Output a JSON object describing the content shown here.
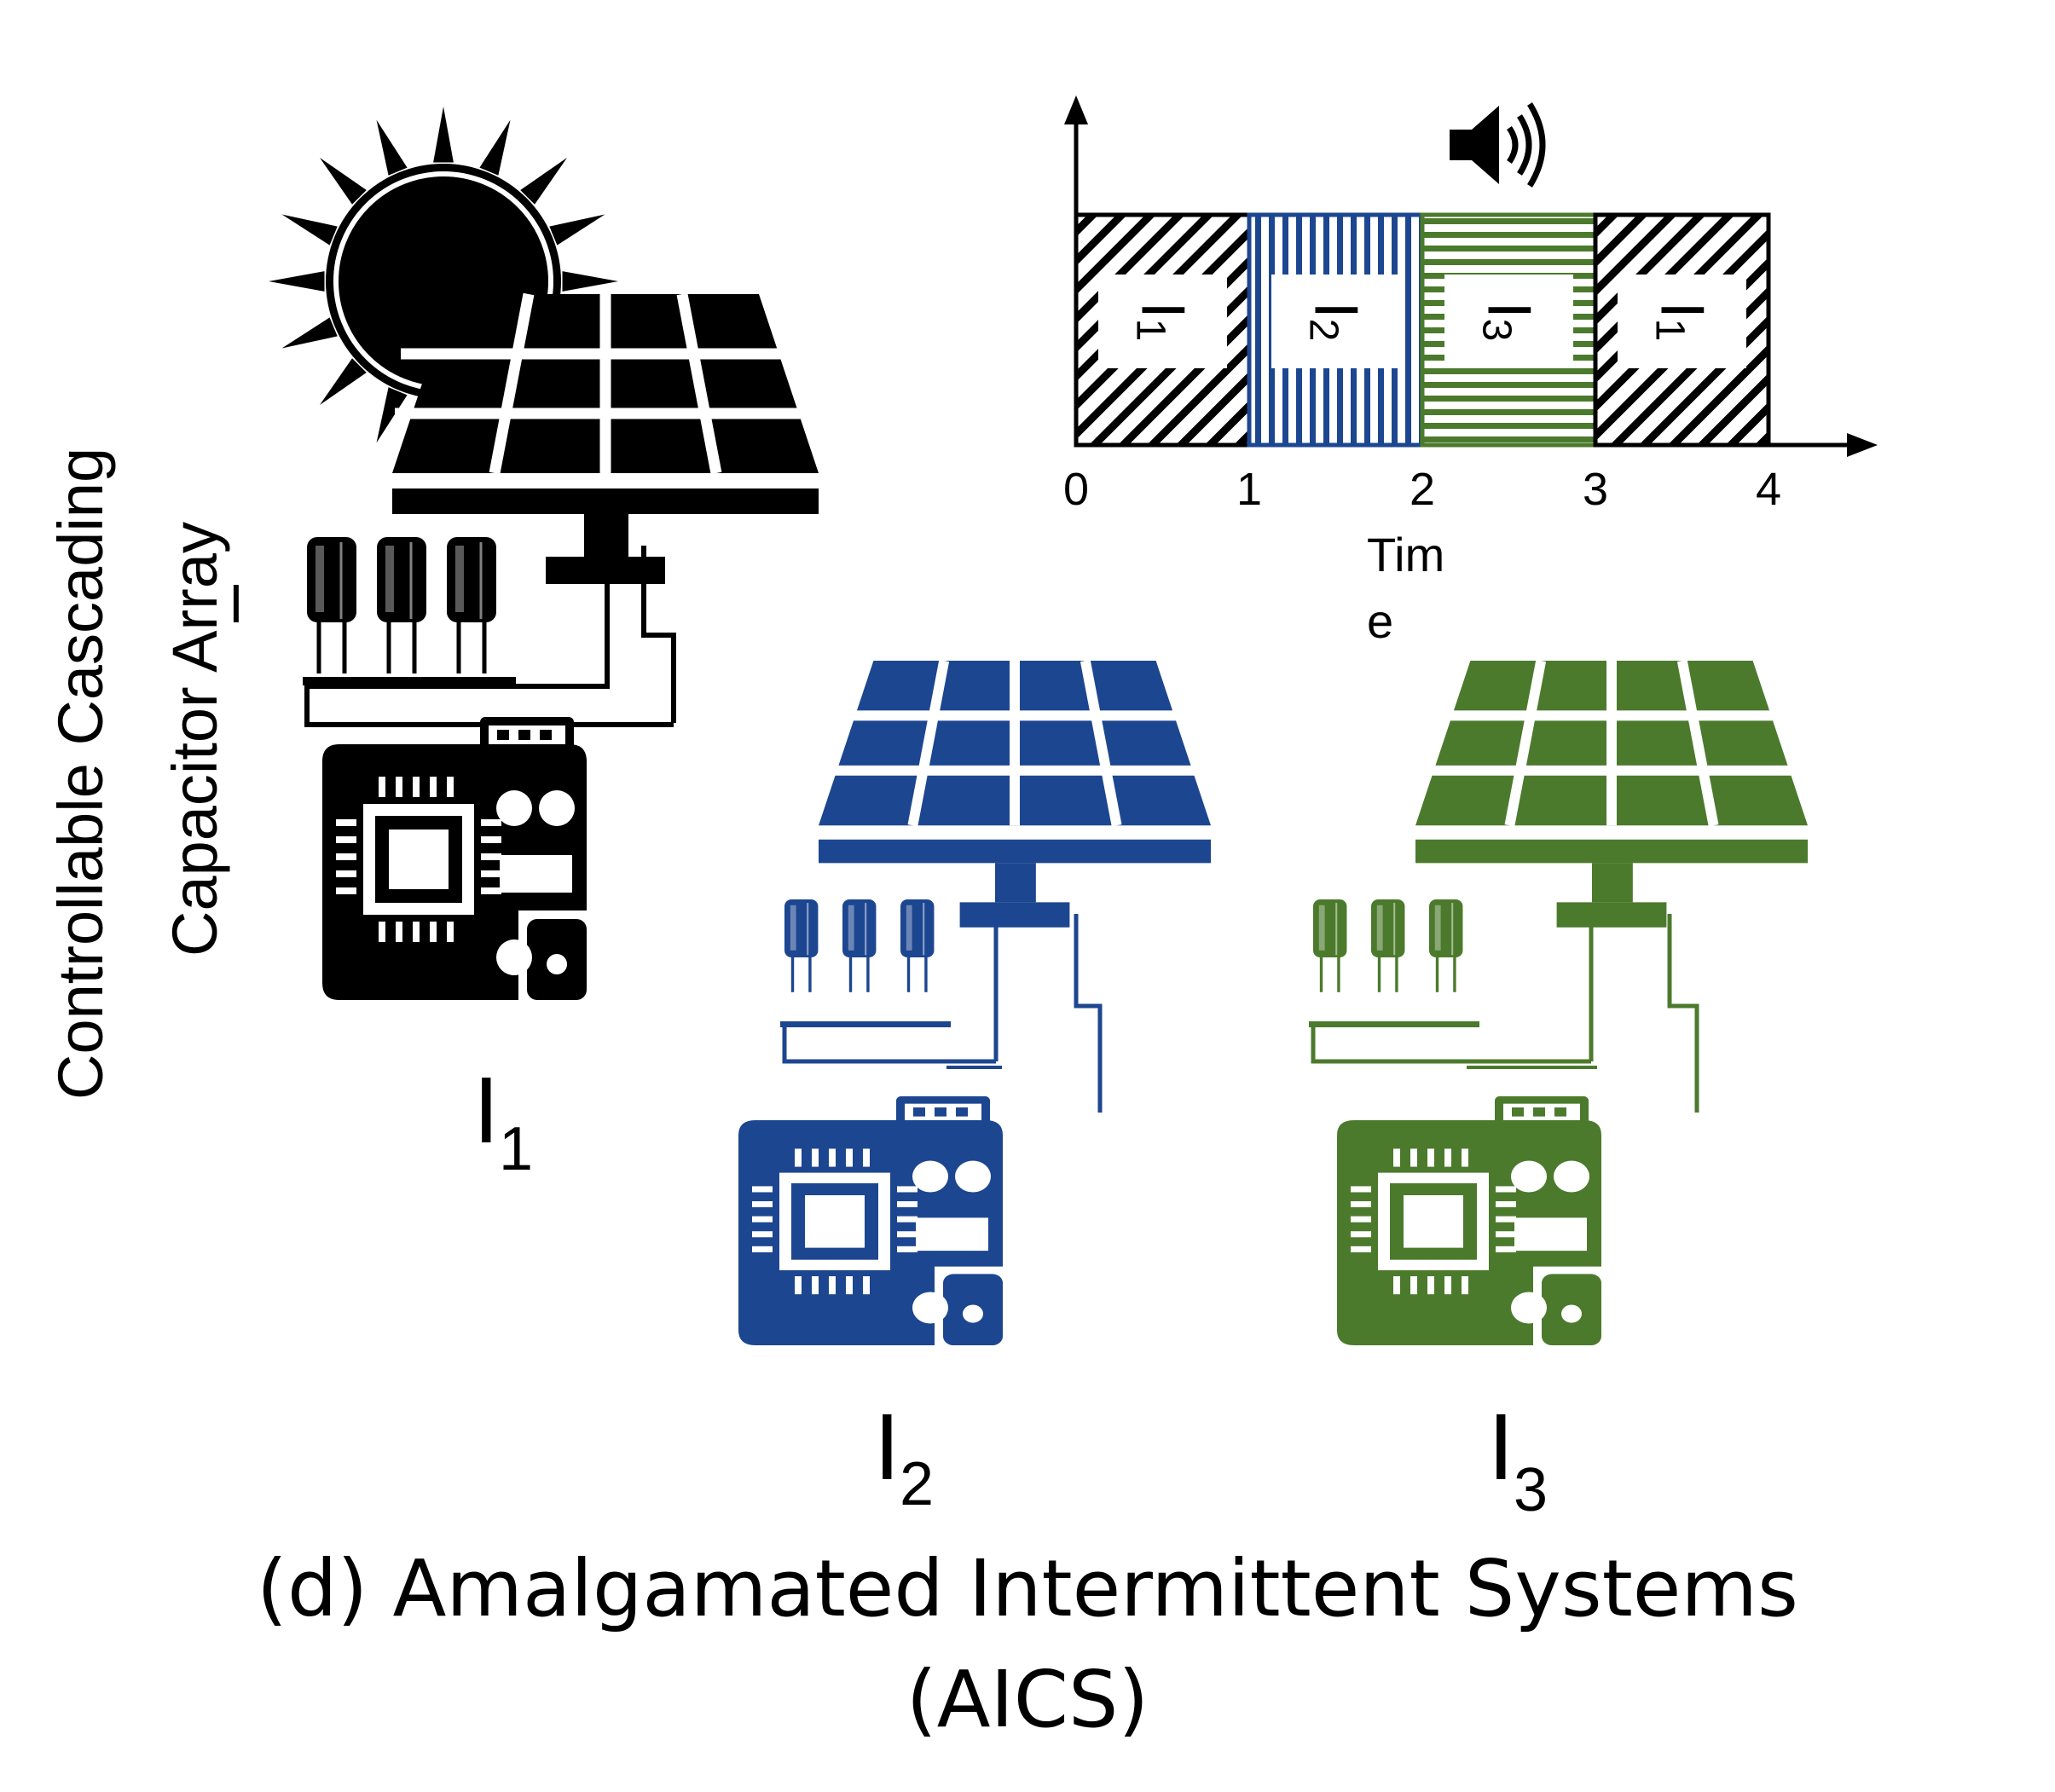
{
  "side_label": {
    "line1": "Controllable Cascading",
    "line2": "Capacitor Array"
  },
  "side_marker": "I",
  "colors": {
    "system1": "#000000",
    "system2": "#1d4690",
    "system3": "#4b7a2c"
  },
  "icons": [
    "sun-icon",
    "solar-panel-icon",
    "capacitor-icon",
    "circuit-board-icon",
    "speaker-icon"
  ],
  "systems": [
    {
      "letter": "I",
      "sub": "1"
    },
    {
      "letter": "I",
      "sub": "2"
    },
    {
      "letter": "I",
      "sub": "3"
    }
  ],
  "timeline": {
    "x_ticks": [
      "0",
      "1",
      "2",
      "3",
      "4"
    ],
    "x_label_line1": "Tim",
    "x_label_line2": "e",
    "segments": [
      {
        "start": 0,
        "end": 1,
        "system": "1",
        "letter": "I",
        "sub": "1"
      },
      {
        "start": 1,
        "end": 2,
        "system": "2",
        "letter": "I",
        "sub": "2"
      },
      {
        "start": 2,
        "end": 3,
        "system": "3",
        "letter": "I",
        "sub": "3"
      },
      {
        "start": 3,
        "end": 4,
        "system": "1",
        "letter": "I",
        "sub": "1"
      }
    ]
  },
  "caption": {
    "line1": "(d) Amalgamated Intermittent Systems",
    "line2": "(AICS)"
  }
}
